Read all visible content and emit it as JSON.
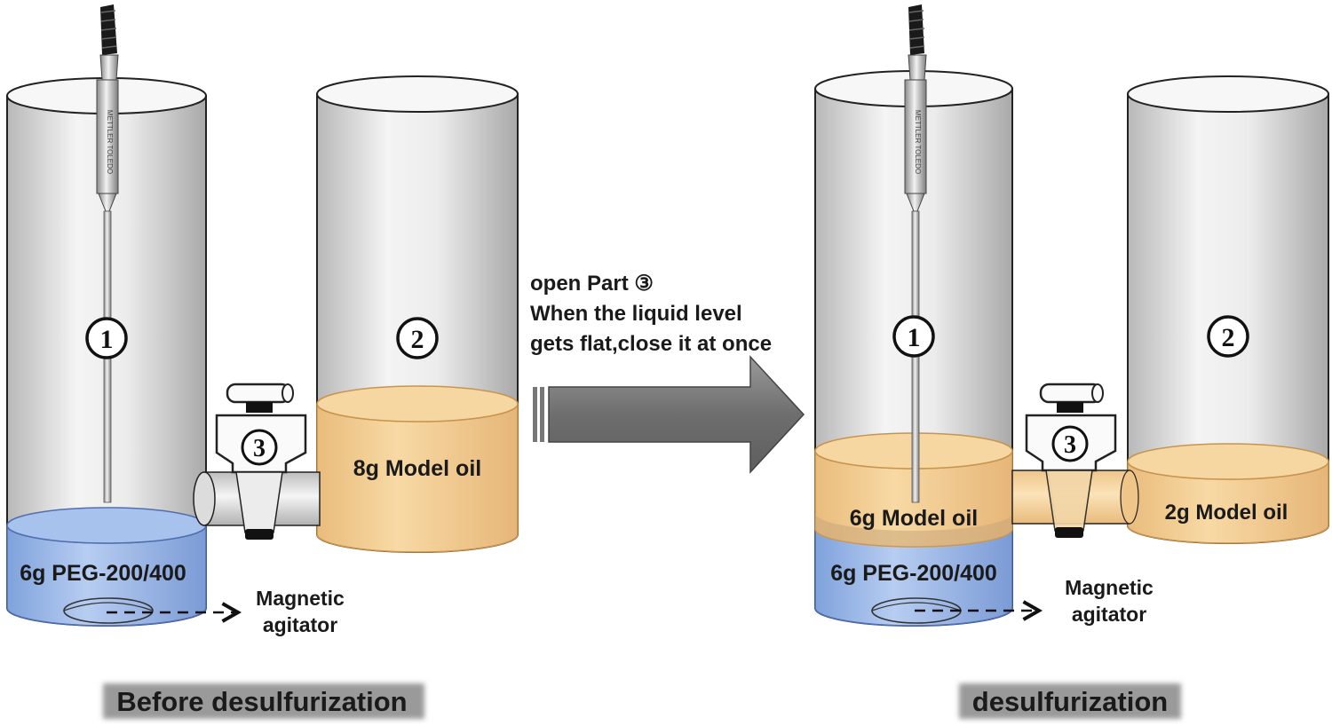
{
  "before": {
    "column1_number": "1",
    "column2_number": "2",
    "valve_number": "3",
    "peg_label": "6g PEG-200/400",
    "oil_label": "8g Model oil",
    "agitator_line1": "Magnetic",
    "agitator_line2": "agitator",
    "caption": "Before desulfurization",
    "probe_text": "METTLER TOLEDO"
  },
  "transition": {
    "line1": "open Part ③",
    "line2": "When the liquid level",
    "line3": "gets flat,close it at once"
  },
  "after": {
    "column1_number": "1",
    "column2_number": "2",
    "valve_number": "3",
    "oil_left_label": "6g Model oil",
    "peg_label": "6g PEG-200/400",
    "oil_right_label": "2g Model oil",
    "agitator_line1": "Magnetic",
    "agitator_line2": "agitator",
    "caption": "desulfurization",
    "probe_text": "METTLER TOLEDO"
  },
  "colors": {
    "oil": "#f3c98c",
    "peg": "#9db9e8",
    "glass": "#d9d9d9",
    "arrow": "#7a7a7a"
  }
}
